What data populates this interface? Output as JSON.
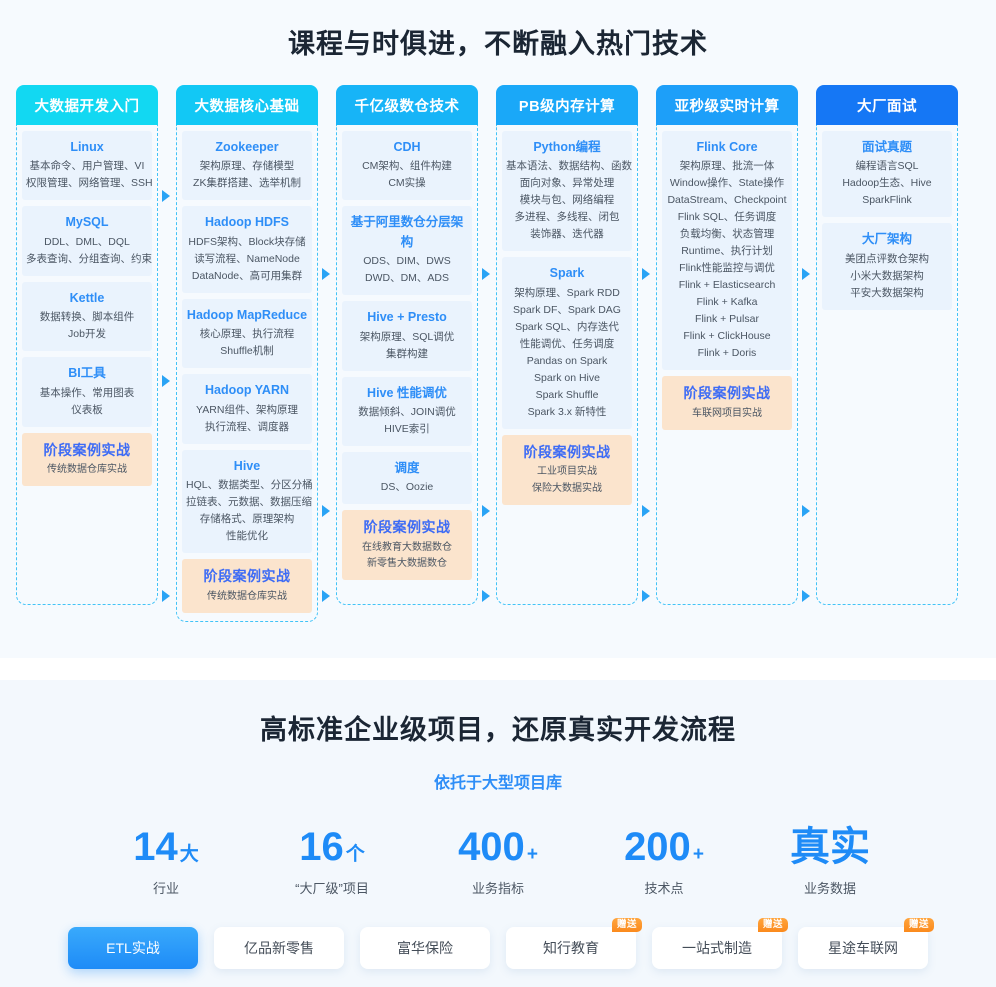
{
  "courses": {
    "title": "课程与时俱进，不断融入热门技术",
    "columns": [
      {
        "header": "大数据开发入门",
        "header_color": "#12d8f2",
        "cards": [
          {
            "title": "Linux",
            "lines": [
              "基本命令、用户管理、VI",
              "权限管理、网络管理、SSH"
            ],
            "highlight": false
          },
          {
            "title": "MySQL",
            "lines": [
              "DDL、DML、DQL",
              "多表查询、分组查询、约束"
            ],
            "highlight": false
          },
          {
            "title": "Kettle",
            "lines": [
              "数据转换、脚本组件",
              "Job开发"
            ],
            "highlight": false
          },
          {
            "title": "BI工具",
            "lines": [
              "基本操作、常用图表",
              "仪表板"
            ],
            "highlight": false
          },
          {
            "title": "阶段案例实战",
            "lines": [
              "传统数据仓库实战"
            ],
            "highlight": true
          }
        ]
      },
      {
        "header": "大数据核心基础",
        "header_color": "#12c8f5",
        "cards": [
          {
            "title": "Zookeeper",
            "lines": [
              "架构原理、存储模型",
              "ZK集群搭建、选举机制"
            ],
            "highlight": false
          },
          {
            "title": "Hadoop HDFS",
            "lines": [
              "HDFS架构、Block块存储",
              "读写流程、NameNode",
              "DataNode、高可用集群"
            ],
            "highlight": false
          },
          {
            "title": "Hadoop MapReduce",
            "lines": [
              "核心原理、执行流程",
              "Shuffle机制"
            ],
            "highlight": false
          },
          {
            "title": "Hadoop YARN",
            "lines": [
              "YARN组件、架构原理",
              "执行流程、调度器"
            ],
            "highlight": false
          },
          {
            "title": "Hive",
            "lines": [
              "HQL、数据类型、分区分桶",
              "拉链表、元数据、数据压缩",
              "存储格式、原理架构",
              "性能优化"
            ],
            "highlight": false
          },
          {
            "title": "阶段案例实战",
            "lines": [
              "传统数据仓库实战"
            ],
            "highlight": true
          }
        ]
      },
      {
        "header": "千亿级数仓技术",
        "header_color": "#17b4f7",
        "cards": [
          {
            "title": "CDH",
            "lines": [
              "CM架构、组件构建",
              "CM实操"
            ],
            "highlight": false
          },
          {
            "title": "基于阿里数仓分层架构",
            "lines": [
              "ODS、DIM、DWS",
              "DWD、DM、ADS"
            ],
            "highlight": false
          },
          {
            "title": "Hive + Presto",
            "lines": [
              "架构原理、SQL调优",
              "集群构建"
            ],
            "highlight": false
          },
          {
            "title": "Hive 性能调优",
            "lines": [
              "数据倾斜、JOIN调优",
              "HIVE索引"
            ],
            "highlight": false
          },
          {
            "title": "调度",
            "lines": [
              "DS、Oozie"
            ],
            "highlight": false
          },
          {
            "title": "阶段案例实战",
            "lines": [
              "在线教育大数据数仓",
              "新零售大数据数仓"
            ],
            "highlight": true
          }
        ]
      },
      {
        "header": "PB级内存计算",
        "header_color": "#1aa8f8",
        "cards": [
          {
            "title": "Python编程",
            "lines": [
              "基本语法、数据结构、函数",
              "面向对象、异常处理",
              "模块与包、网络编程",
              "多进程、多线程、闭包",
              "装饰器、迭代器"
            ],
            "highlight": false
          },
          {
            "title": "Spark",
            "lines": [
              "架构原理、Spark RDD",
              "Spark DF、Spark DAG",
              "Spark SQL、内存迭代",
              "性能调优、任务调度",
              "Pandas on Spark",
              "Spark on Hive",
              "Spark Shuffle",
              "Spark 3.x 新特性"
            ],
            "highlight": false
          },
          {
            "title": "阶段案例实战",
            "lines": [
              "工业项目实战",
              "保险大数据实战"
            ],
            "highlight": true
          }
        ]
      },
      {
        "header": "亚秒级实时计算",
        "header_color": "#1d9ff9",
        "cards": [
          {
            "title": "Flink Core",
            "lines": [
              "架构原理、批流一体",
              "Window操作、State操作",
              "DataStream、Checkpoint",
              "Flink SQL、任务调度",
              "负载均衡、状态管理",
              "Runtime、执行计划",
              "Flink性能监控与调优",
              "Flink + Elasticsearch",
              "Flink + Kafka",
              "Flink + Pulsar",
              "Flink + ClickHouse",
              "Flink + Doris"
            ],
            "highlight": false
          },
          {
            "title": "阶段案例实战",
            "lines": [
              "车联网项目实战"
            ],
            "highlight": true
          }
        ]
      },
      {
        "header": "大厂面试",
        "header_color": "#1577f5",
        "cards": [
          {
            "title": "面试真题",
            "lines": [
              "编程语言SQL",
              "Hadoop生态、Hive",
              "SparkFlink"
            ],
            "highlight": false
          },
          {
            "title": "大厂架构",
            "lines": [
              "美团点评数仓架构",
              "小米大数据架构",
              "平安大数据架构"
            ],
            "highlight": false
          }
        ]
      }
    ]
  },
  "projects": {
    "title": "高标准企业级项目，还原真实开发流程",
    "subtitle": "依托于大型项目库",
    "stats": [
      {
        "number": "14",
        "suffix": "大",
        "label": "行业"
      },
      {
        "number": "16",
        "suffix": "个",
        "label": "“大厂级”项目"
      },
      {
        "number": "400",
        "suffix": "+",
        "label": "业务指标"
      },
      {
        "number": "200",
        "suffix": "+",
        "label": "技术点"
      },
      {
        "number": "真实",
        "suffix": "",
        "label": "业务数据"
      }
    ],
    "tabs": [
      {
        "label": "ETL实战",
        "active": true,
        "gift": ""
      },
      {
        "label": "亿品新零售",
        "active": false,
        "gift": ""
      },
      {
        "label": "富华保险",
        "active": false,
        "gift": ""
      },
      {
        "label": "知行教育",
        "active": false,
        "gift": "赠送"
      },
      {
        "label": "一站式制造",
        "active": false,
        "gift": "赠送"
      },
      {
        "label": "星途车联网",
        "active": false,
        "gift": "赠送"
      }
    ]
  }
}
